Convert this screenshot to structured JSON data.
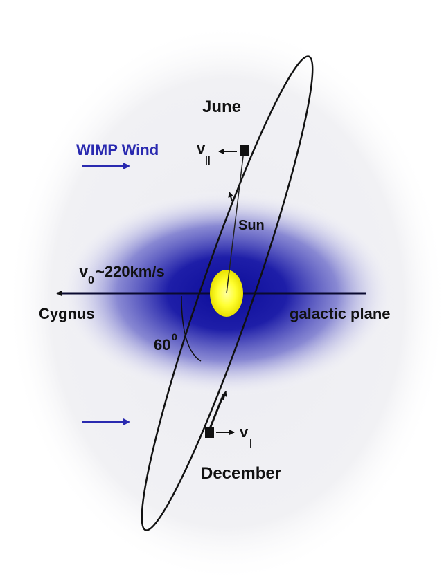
{
  "labels": {
    "june": "June",
    "december": "December",
    "sun": "Sun",
    "wimp_wind": "WIMP Wind",
    "v0_symbol": "v",
    "v0_subscript": "0",
    "v0_value": "~220km/s",
    "cygnus": "Cygnus",
    "galactic_plane": "galactic plane",
    "angle_value": "60",
    "angle_degree": "0",
    "v_june_symbol": "v",
    "v_june_subscript": "||",
    "v_dec_symbol": "v",
    "v_dec_subscript": "|"
  },
  "colors": {
    "halo": "#f2f2f5",
    "disk": "#1a1aa6",
    "sun": "#ffff30",
    "wind": "#2a2ab0",
    "ink": "#111111"
  }
}
